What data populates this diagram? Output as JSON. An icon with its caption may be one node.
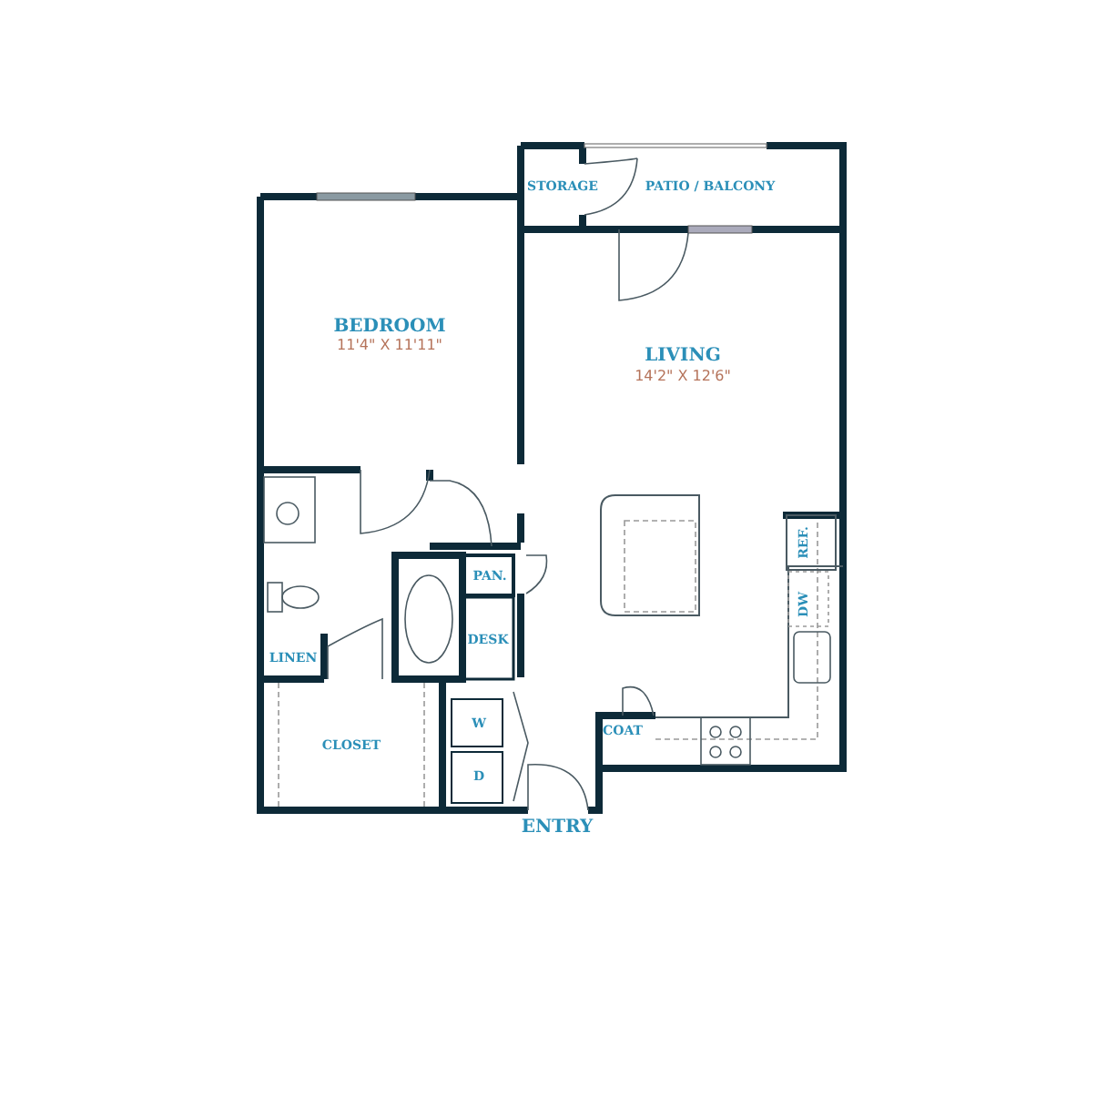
{
  "diagram": {
    "labels": [
      "STORAGE",
      "PATIO / BALCONY",
      "BEDROOM",
      "11'4\" X 11'11\"",
      "LIVING",
      "14'2\" X 12'6\"",
      "REF.",
      "PAN.",
      "DW",
      "DESK",
      "LINEN",
      "W",
      "D",
      "COAT",
      "CLOSET",
      "ENTRY"
    ]
  }
}
